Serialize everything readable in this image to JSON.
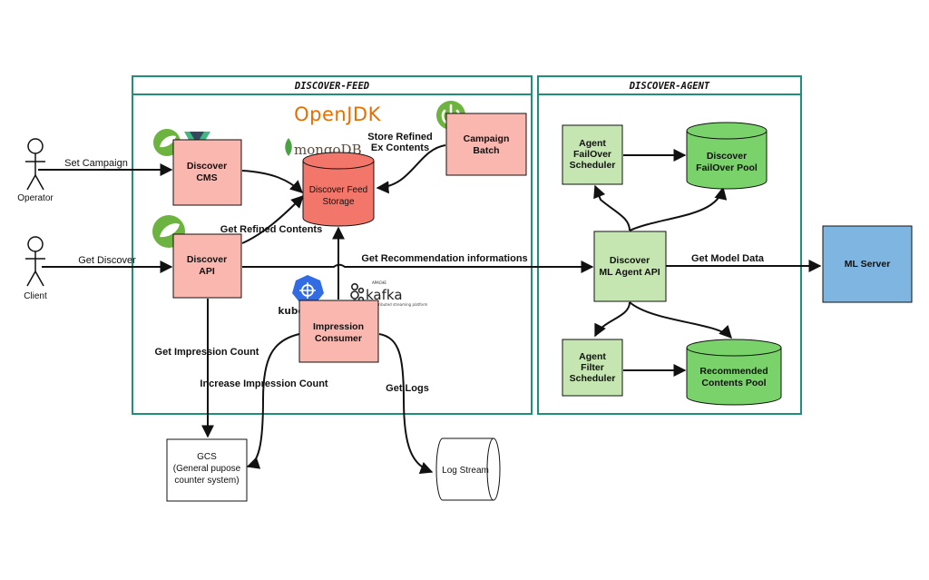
{
  "colors": {
    "section_border": "#1f8f7a",
    "feed_node_fill": "#f9b7b0",
    "storage_fill": "#f2776a",
    "agent_node_fill": "#c5e6b0",
    "pool_fill": "#7ad36a",
    "ml_server_fill": "#7eb6e1",
    "openjdk": "#e76f00",
    "mongo_green": "#4aa342",
    "spring_green": "#6db33f",
    "vue_green": "#41b883",
    "vue_dark": "#35495e",
    "kube_blue": "#326ce5"
  },
  "sections": {
    "feed": {
      "title": "DISCOVER-FEED"
    },
    "agent": {
      "title": "DISCOVER-AGENT"
    }
  },
  "logos": {
    "openjdk": "OpenJDK",
    "mongodb": "mongoDB",
    "kubernetes": "kubernetes",
    "kafka": "kafka",
    "kafka_apache": "APACHE",
    "kafka_sub": "A distributed streaming platform"
  },
  "actors": {
    "operator": "Operator",
    "client": "Client"
  },
  "nodes": {
    "discover_cms": {
      "line1": "Discover",
      "line2": "CMS"
    },
    "discover_api": {
      "line1": "Discover",
      "line2": "API"
    },
    "feed_storage": {
      "line1": "Discover Feed",
      "line2": "Storage"
    },
    "campaign_batch": {
      "line1": "Campaign",
      "line2": "Batch"
    },
    "impression_consumer": {
      "line1": "Impression",
      "line2": "Consumer"
    },
    "gcs": {
      "line1": "GCS",
      "line2": "(General pupose",
      "line3": "counter system)"
    },
    "log_stream": {
      "line1": "Log Stream"
    },
    "failover_scheduler": {
      "line1": "Agent",
      "line2": "FailOver",
      "line3": "Scheduler"
    },
    "failover_pool": {
      "line1": "Discover",
      "line2": "FailOver Pool"
    },
    "ml_agent_api": {
      "line1": "Discover",
      "line2": "ML Agent API"
    },
    "filter_scheduler": {
      "line1": "Agent",
      "line2": "Filter",
      "line3": "Scheduler"
    },
    "recommended_pool": {
      "line1": "Recommended",
      "line2": "Contents Pool"
    },
    "ml_server": {
      "line1": "ML Server"
    }
  },
  "edges": {
    "set_campaign": "Set Campaign",
    "get_discover": "Get Discover",
    "store_refined_1": "Store Refined",
    "store_refined_2": "Ex Contents",
    "get_refined_contents": "Get Refined Contents",
    "get_recommendation": "Get Recommendation informations",
    "get_model_data": "Get Model Data",
    "get_impression_count": "Get Impression Count",
    "increase_impression_count": "Increase Impression Count",
    "get_logs": "Get Logs"
  }
}
